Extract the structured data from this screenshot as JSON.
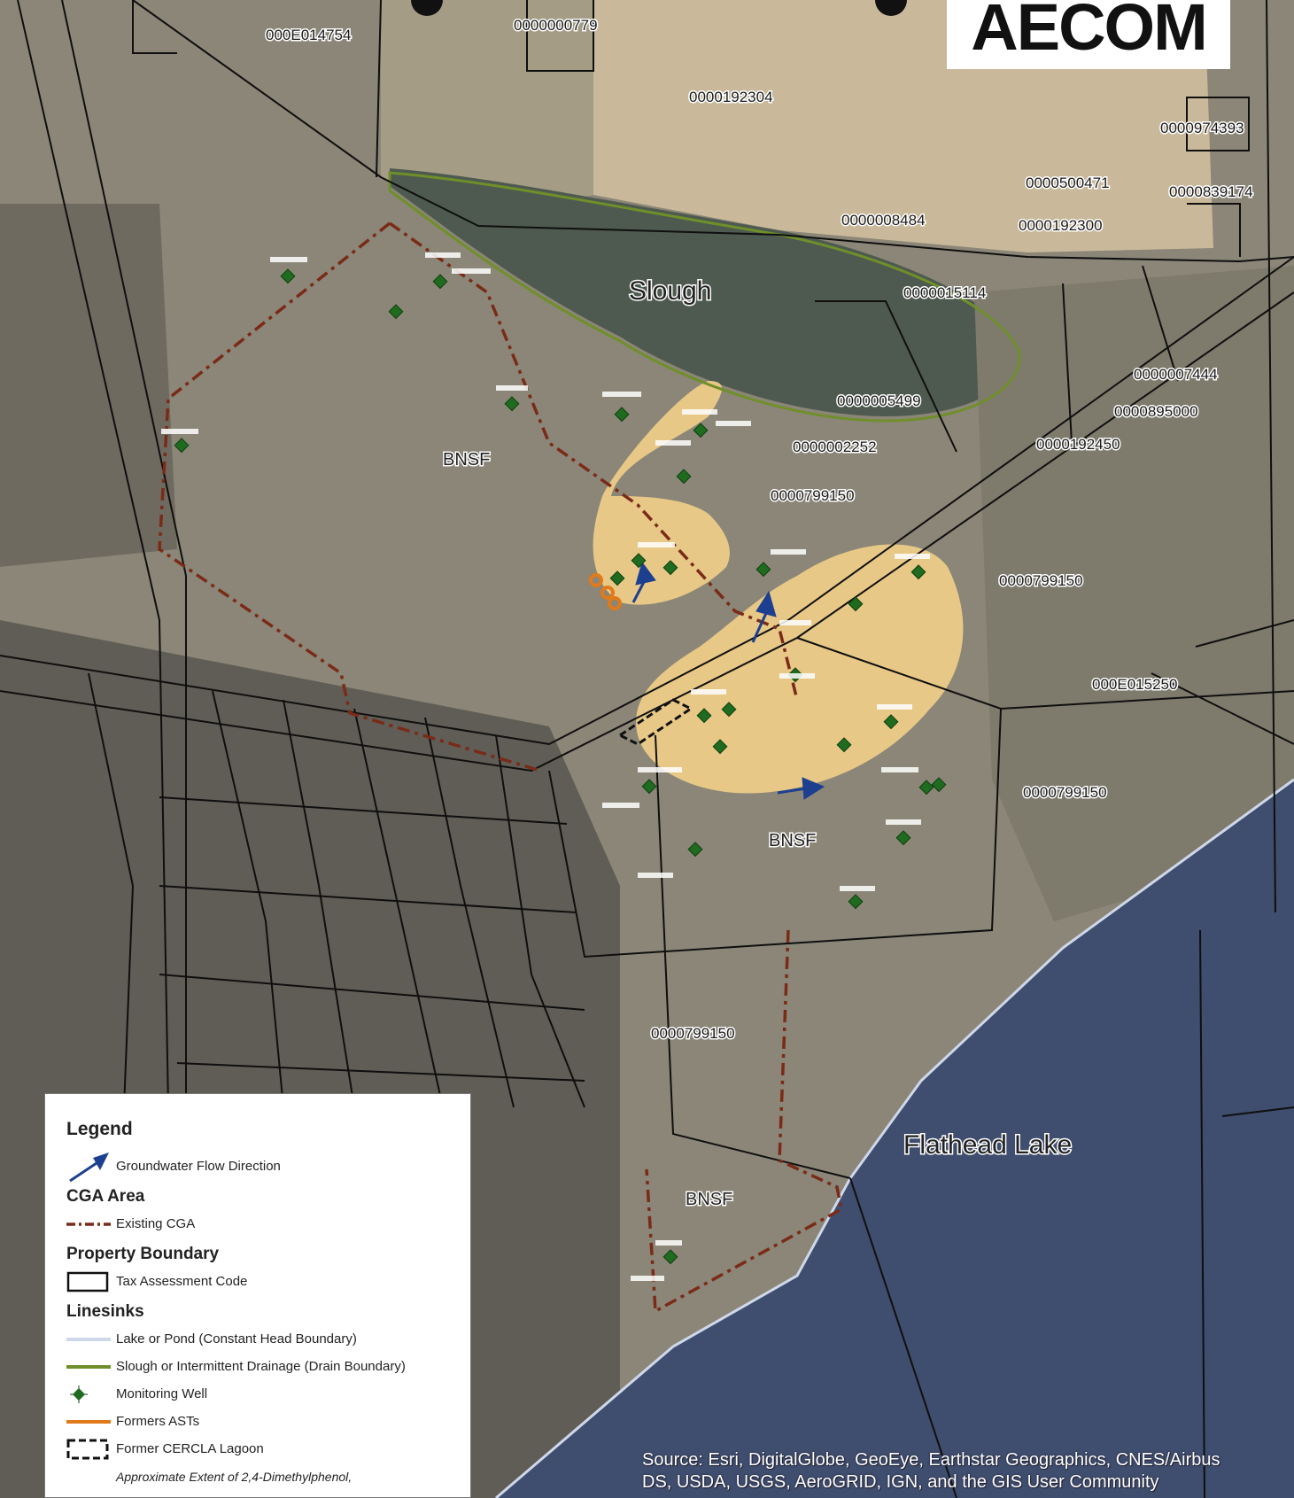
{
  "logo": {
    "text": "AECOM"
  },
  "parcels": [
    "000E014754",
    "0000000779",
    "0000192304",
    "0000974393",
    "0000500471",
    "0000839174",
    "0000008484",
    "0000192300",
    "0000015114",
    "0000007444",
    "0000005499",
    "0000895000",
    "0000002252",
    "0000192450",
    "0000799150",
    "0000799150",
    "000E015250",
    "0000799150",
    "0000799150"
  ],
  "places": {
    "slough": "Slough",
    "bnsf_1": "BNSF",
    "bnsf_2": "BNSF",
    "bnsf_3": "BNSF",
    "lake": "Flathead Lake"
  },
  "legend": {
    "title": "Legend",
    "gw_flow": "Groundwater Flow Direction",
    "cga_area": "CGA Area",
    "existing_cga": "Existing CGA",
    "property_boundary": "Property Boundary",
    "tax_code": "Tax Assessment Code",
    "linesinks": "Linesinks",
    "lake_pond": "Lake or Pond (Constant Head Boundary)",
    "slough_drain": "Slough or Intermittent Drainage (Drain Boundary)",
    "monitoring_well": "Monitoring Well",
    "former_asts": "Formers ASTs",
    "former_lagoon": "Former CERCLA Lagoon",
    "approx_extent": "Approximate Extent of 2,4-Dimethylphenol,"
  },
  "source": {
    "line1": "Source: Esri, DigitalGlobe, GeoEye, Earthstar Geographics, CNES/Airbus",
    "line2": "DS, USDA, USGS, AeroGRID, IGN, and the GIS User Community"
  },
  "colors": {
    "aerial_ground": "#8b8677",
    "field": "#c9b99a",
    "lake": "#3f4d6e",
    "plume": "#f7d48a",
    "cga_line": "#7a2b18",
    "slough_line": "#6f8f2a",
    "lake_line": "#cfd8ea",
    "well": "#1f6b1f",
    "flow_arrow": "#1d3f8f",
    "ast": "#e07a1a"
  }
}
